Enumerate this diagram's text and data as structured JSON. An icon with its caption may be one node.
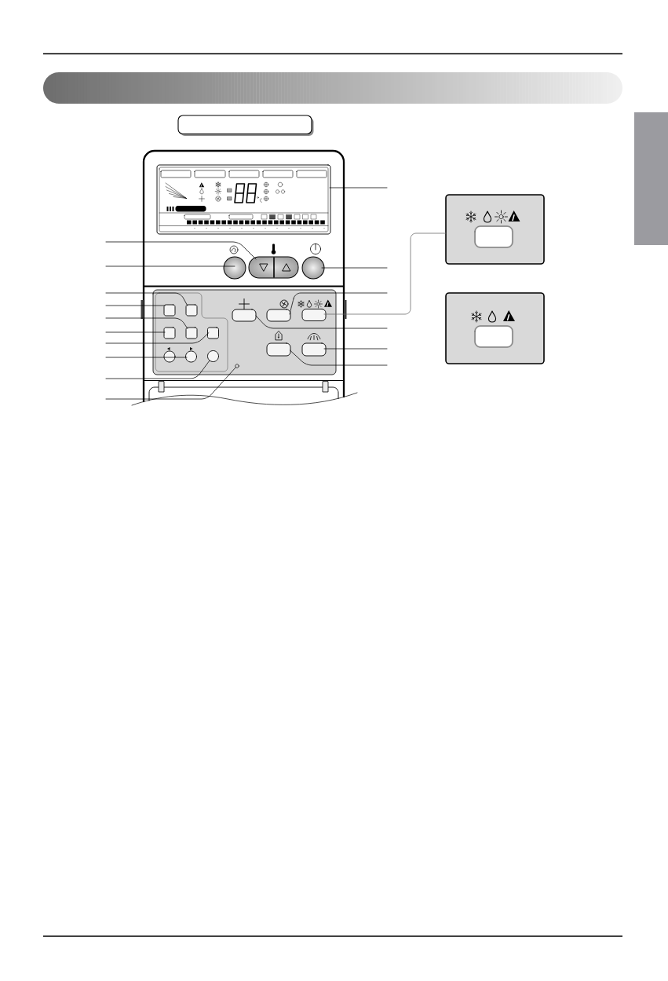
{
  "diagram": {
    "nodes": [
      {
        "text": [],
        "shape": "box"
      },
      {
        "text": [],
        "shape": "circle"
      },
      {
        "text": [],
        "shape": "box"
      },
      {
        "text": [],
        "shape": "circle"
      },
      {
        "text": [],
        "shape": "box"
      },
      {
        "text": [],
        "shape": "box"
      },
      {
        "text": [],
        "shape": "box"
      },
      {
        "text": [],
        "shape": "box"
      },
      {
        "text": [],
        "shape": "box"
      },
      {
        "text": [],
        "shape": "box"
      },
      {
        "text": [],
        "shape": "box"
      },
      {
        "text": [],
        "shape": "box"
      },
      {
        "text": [],
        "shape": "box"
      },
      {
        "text": [],
        "shape": "box"
      },
      {
        "text": [],
        "shape": "circle"
      },
      {
        "text": [],
        "shape": "circle"
      },
      {
        "text": [],
        "shape": "circle"
      },
      {
        "text": [],
        "shape": "circle"
      },
      {
        "text": [],
        "shape": "box"
      },
      {
        "text": [],
        "shape": "box"
      },
      {
        "text": [],
        "shape": "box"
      },
      {
        "text": [],
        "shape": "box"
      }
    ],
    "edges": [
      {
        "from": null,
        "to": 0,
        "arrow": "none"
      },
      {
        "from": null,
        "to": 2,
        "arrow": "none"
      },
      {
        "from": null,
        "to": 1,
        "arrow": "none"
      },
      {
        "from": null,
        "to": 3,
        "arrow": "none"
      },
      {
        "from": null,
        "to": 5,
        "arrow": "none"
      },
      {
        "from": null,
        "to": 4,
        "arrow": "none"
      },
      {
        "from": null,
        "to": 10,
        "arrow": "none"
      },
      {
        "from": null,
        "to": 9,
        "arrow": "none"
      },
      {
        "from": null,
        "to": 11,
        "arrow": "none"
      },
      {
        "from": null,
        "to": 14,
        "arrow": "none"
      },
      {
        "from": null,
        "to": 15,
        "arrow": "none"
      },
      {
        "from": null,
        "to": 16,
        "arrow": "none"
      },
      {
        "from": null,
        "to": 17,
        "arrow": "none"
      },
      {
        "from": null,
        "to": 7,
        "arrow": "none"
      },
      {
        "from": 18,
        "to": 8,
        "arrow": "none",
        "color": "#666666"
      },
      {
        "from": null,
        "to": 6,
        "arrow": "none"
      },
      {
        "from": null,
        "to": 13,
        "arrow": "none"
      },
      {
        "from": null,
        "to": 12,
        "arrow": "none"
      }
    ]
  }
}
